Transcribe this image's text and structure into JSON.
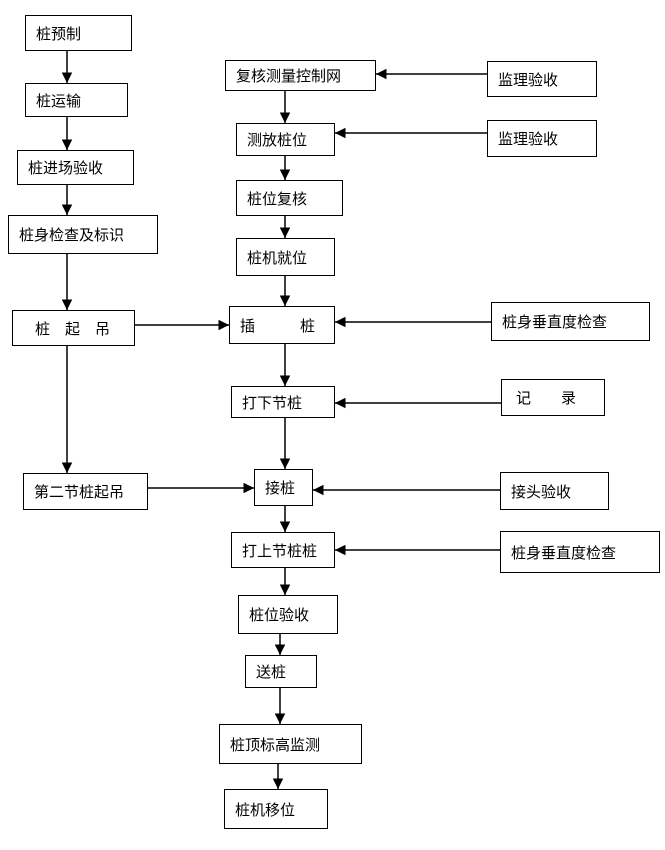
{
  "diagram": {
    "nodes": {
      "pile_prefab": "桩预制",
      "pile_transport": "桩运输",
      "pile_arrival_accept": "桩进场验收",
      "pile_body_check_mark": "桩身检查及标识",
      "pile_lifting": "桩　起　吊",
      "second_section_lifting": "第二节桩起吊",
      "recheck_control_network": "复核测量控制网",
      "stake_out_position": "测放桩位",
      "position_recheck": "桩位复核",
      "rig_in_place": "桩机就位",
      "insert_pile": "插　　　桩",
      "drive_lower_section": "打下节桩",
      "splice_pile": "接桩",
      "drive_upper_section": "打上节桩桩",
      "position_acceptance": "桩位验收",
      "follow_pile": "送桩",
      "top_elevation_monitor": "桩顶标高监测",
      "rig_relocation": "桩机移位",
      "supervisor_accept_1": "监理验收",
      "supervisor_accept_2": "监理验收",
      "verticality_check_1": "桩身垂直度检查",
      "record": "记　　录",
      "joint_acceptance": "接头验收",
      "verticality_check_2": "桩身垂直度检查"
    },
    "edges": [
      [
        "pile_prefab",
        "pile_transport"
      ],
      [
        "pile_transport",
        "pile_arrival_accept"
      ],
      [
        "pile_arrival_accept",
        "pile_body_check_mark"
      ],
      [
        "pile_body_check_mark",
        "pile_lifting"
      ],
      [
        "pile_lifting",
        "second_section_lifting"
      ],
      [
        "pile_lifting",
        "insert_pile"
      ],
      [
        "second_section_lifting",
        "splice_pile"
      ],
      [
        "recheck_control_network",
        "stake_out_position"
      ],
      [
        "stake_out_position",
        "position_recheck"
      ],
      [
        "position_recheck",
        "rig_in_place"
      ],
      [
        "rig_in_place",
        "insert_pile"
      ],
      [
        "insert_pile",
        "drive_lower_section"
      ],
      [
        "drive_lower_section",
        "splice_pile"
      ],
      [
        "splice_pile",
        "drive_upper_section"
      ],
      [
        "drive_upper_section",
        "position_acceptance"
      ],
      [
        "position_acceptance",
        "follow_pile"
      ],
      [
        "follow_pile",
        "top_elevation_monitor"
      ],
      [
        "top_elevation_monitor",
        "rig_relocation"
      ],
      [
        "supervisor_accept_1",
        "recheck_control_network"
      ],
      [
        "supervisor_accept_2",
        "stake_out_position"
      ],
      [
        "verticality_check_1",
        "insert_pile"
      ],
      [
        "record",
        "drive_lower_section"
      ],
      [
        "joint_acceptance",
        "splice_pile"
      ],
      [
        "verticality_check_2",
        "drive_upper_section"
      ]
    ]
  }
}
